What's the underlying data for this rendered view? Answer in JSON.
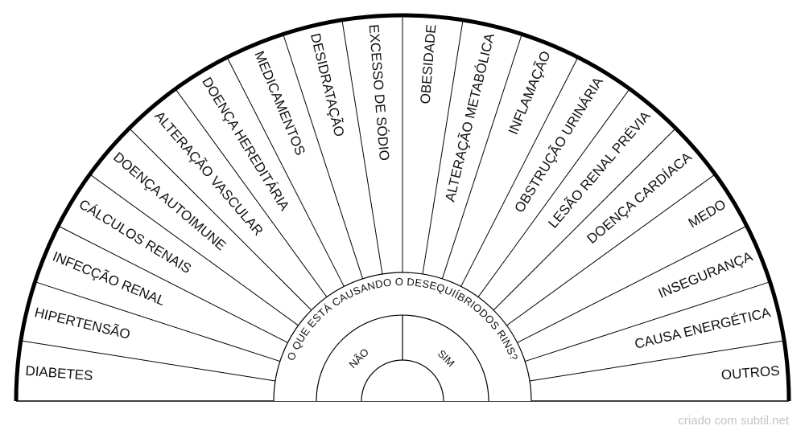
{
  "chart": {
    "sectors": [
      "DIABETES",
      "HIPERTENSÃO",
      "INFECÇÃO RENAL",
      "CÁLCULOS RENAIS",
      "DOENÇA AUTOIMUNE",
      "ALTERAÇÃO VASCULAR",
      "DOENÇA HEREDITÁRIA",
      "MEDICAMENTOS",
      "DESIDRATAÇÃO",
      "EXCESSO DE SÓDIO",
      "OBESIDADE",
      "ALTERAÇÃO METABÓLICA",
      "INFLAMAÇÃO",
      "OBSTRUÇÃO URINÁRIA",
      "LESÃO RENAL PRÉVIA",
      "DOENÇA CARDÍACA",
      "MEDO",
      "INSEGURANÇA",
      "CAUSA ENERGÉTICA",
      "OUTROS"
    ],
    "question": "O QUE ESTÁ CAUSANDO O DESEQUIÍBRIODOS RINS?",
    "answers": [
      "NÃO",
      "SIM"
    ]
  },
  "footer": {
    "credit": "criado com subtil.net"
  }
}
